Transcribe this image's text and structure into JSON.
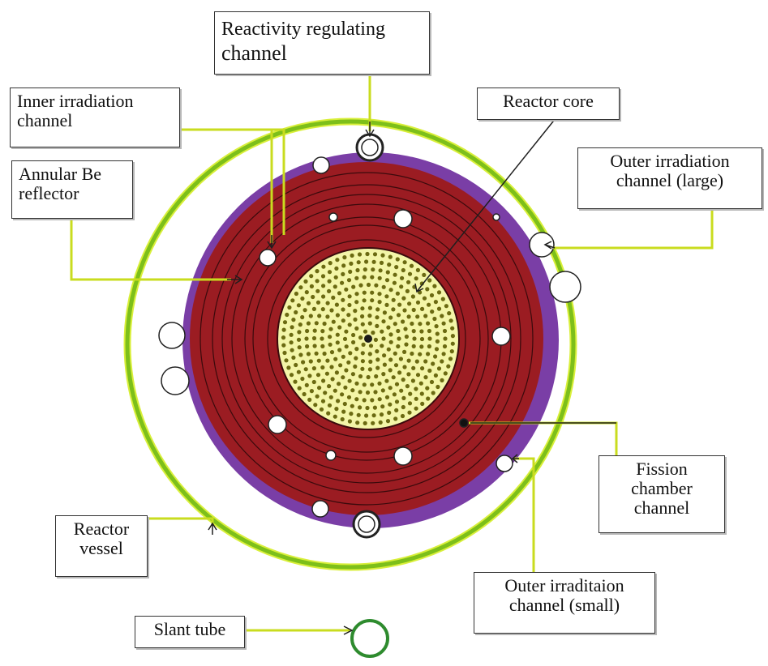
{
  "colors": {
    "vessel": "#7dbf1a",
    "vessel_inner": "#d9ef3a",
    "reflector_band": "#7a3ea6",
    "reflector": "#9b1c22",
    "core": "#f3f5a8",
    "core_dot": "#6b6a12",
    "channel_fill": "#ffffff",
    "leader": "#c9dc1f"
  },
  "labels": {
    "reactivity": [
      "Reactivity regulating",
      "channel"
    ],
    "inner_irradiation": [
      "Inner irradiation",
      "channel"
    ],
    "reactor_core": [
      "Reactor core"
    ],
    "annular_be": [
      "Annular Be",
      "reflector"
    ],
    "outer_irradiation_large": [
      "Outer irradiation",
      "channel (large)"
    ],
    "fission_chamber": [
      "Fission",
      "chamber",
      "channel"
    ],
    "reactor_vessel": [
      "Reactor",
      "vessel"
    ],
    "outer_irradiation_small": [
      "Outer irraditaion",
      "channel (small)"
    ],
    "slant_tube": [
      "Slant tube"
    ]
  }
}
